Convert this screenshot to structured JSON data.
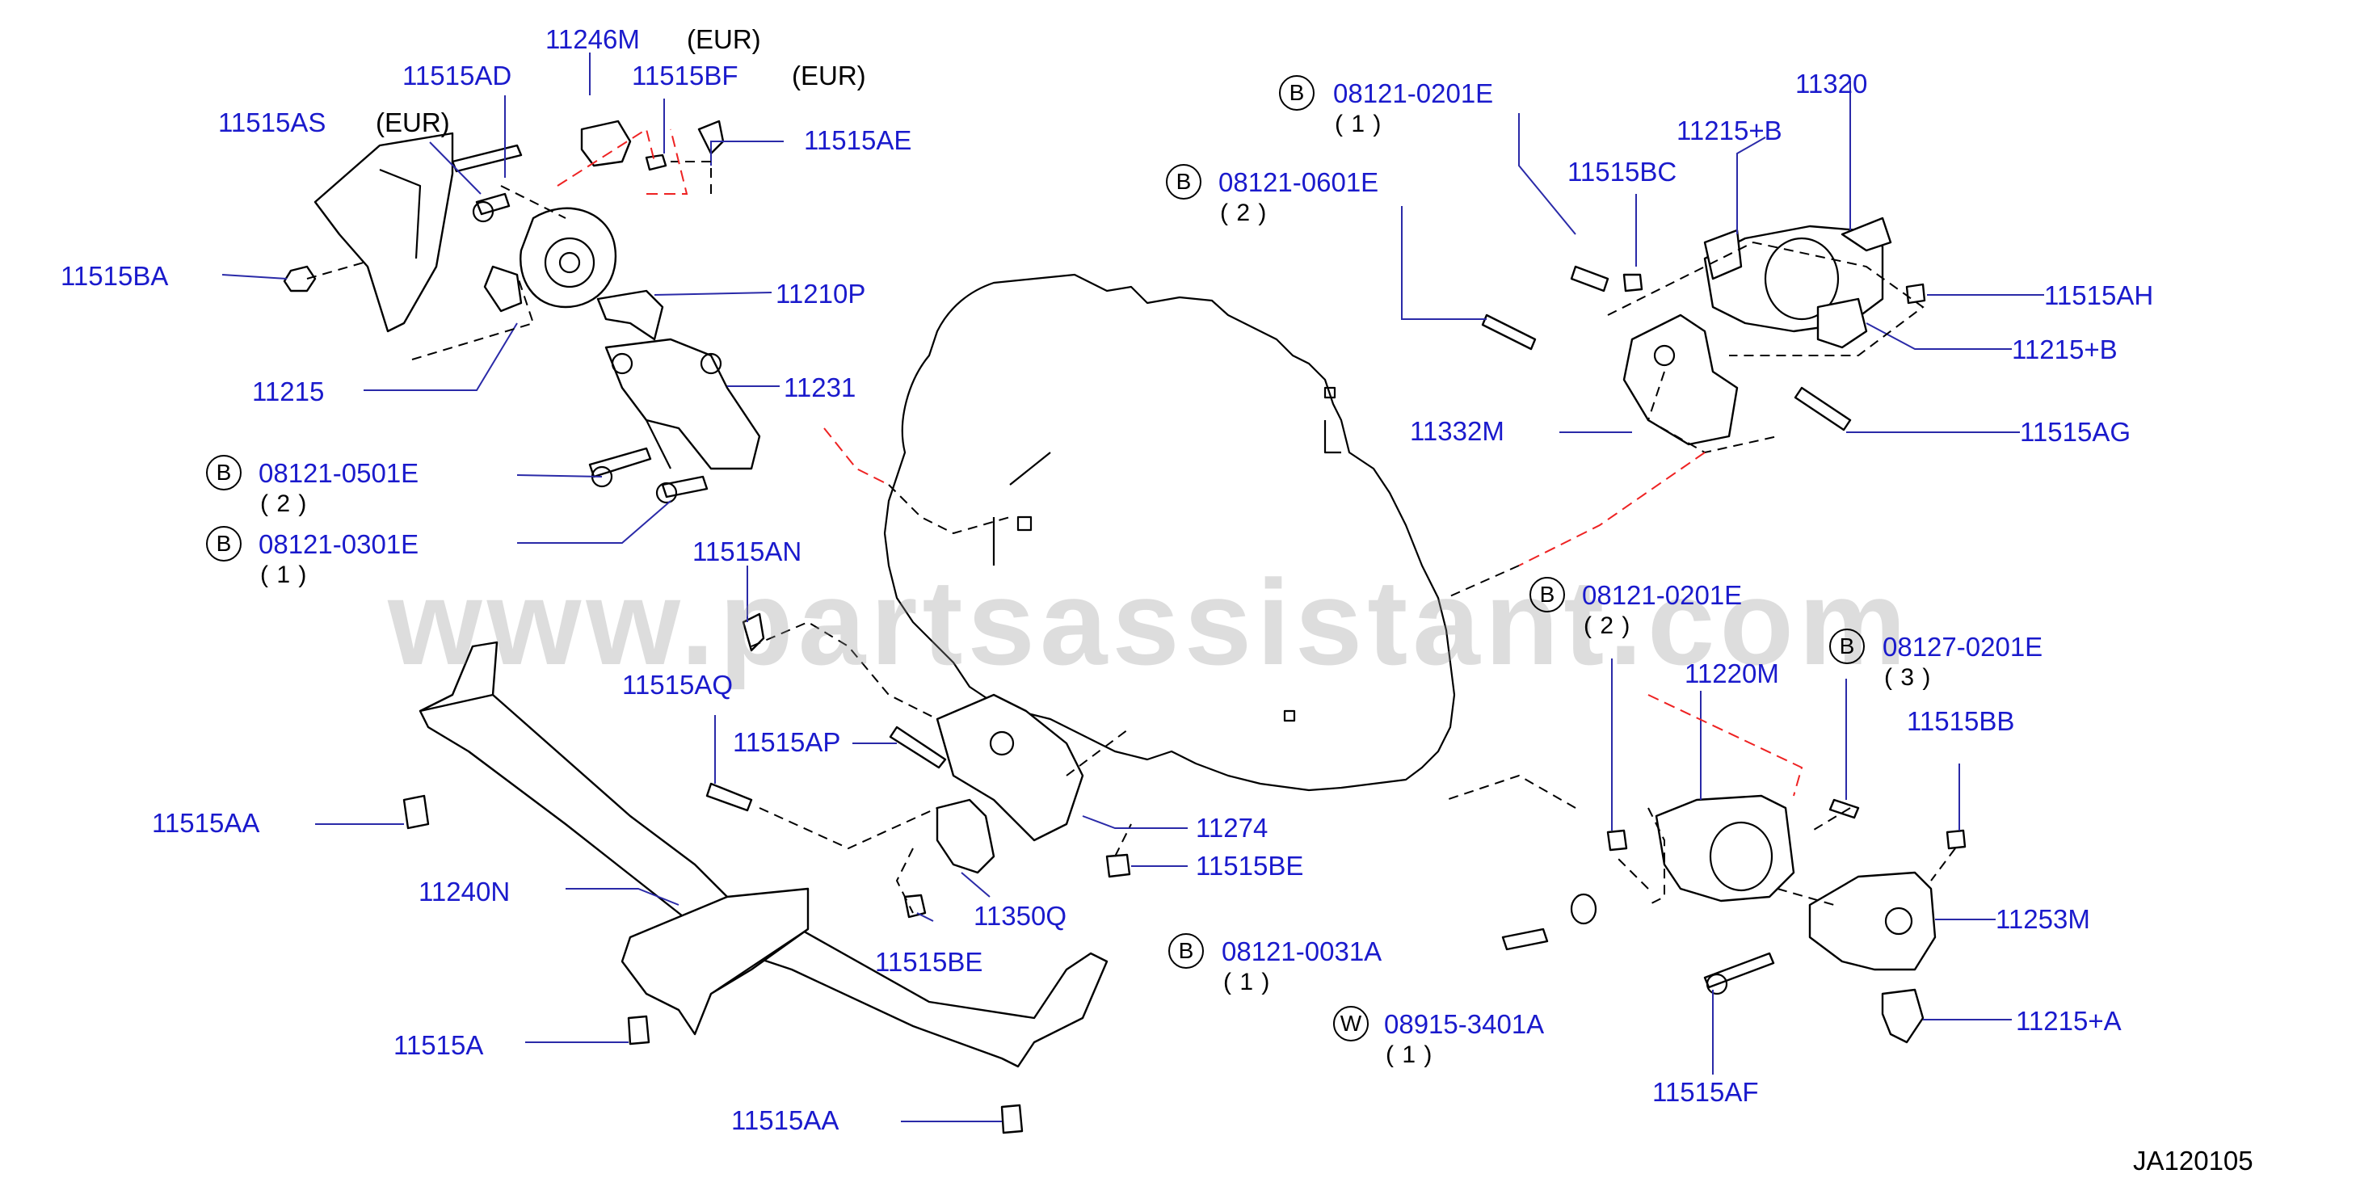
{
  "watermark": "www.partsassistant.com",
  "diagram_code": "JA120105",
  "labels": {
    "p11246M": "11246M",
    "eur1": "(EUR)",
    "p11515AD": "11515AD",
    "p11515BF": "11515BF",
    "eur2": "(EUR)",
    "p11515AS": "11515AS",
    "eur3": "(EUR)",
    "p11515AE": "11515AE",
    "p11515BA": "11515BA",
    "p11210P": "11210P",
    "p11215": "11215",
    "p11231": "11231",
    "b1_badge": "B",
    "b1_code": "08121-0501E",
    "b1_qty": "( 2 )",
    "b2_badge": "B",
    "b2_code": "08121-0301E",
    "b2_qty": "( 1 )",
    "p11515AN": "11515AN",
    "p11515AQ": "11515AQ",
    "p11515AP": "11515AP",
    "p11274": "11274",
    "p11515BE_r": "11515BE",
    "p11350Q": "11350Q",
    "p11515BE_b": "11515BE",
    "p11515AA_l": "11515AA",
    "p11240N": "11240N",
    "p11515A": "11515A",
    "p11515AA_b": "11515AA",
    "b3_badge": "B",
    "b3_code": "08121-0201E",
    "b3_qty": "( 1 )",
    "b4_badge": "B",
    "b4_code": "08121-0601E",
    "b4_qty": "( 2 )",
    "p11320": "11320",
    "p11215B_t": "11215+B",
    "p11515BC": "11515BC",
    "p11515AH": "11515AH",
    "p11215B_r": "11215+B",
    "p11332M": "11332M",
    "p11515AG": "11515AG",
    "b5_badge": "B",
    "b5_code": "08121-0201E",
    "b5_qty": "( 2 )",
    "b6_badge": "B",
    "b6_code": "08127-0201E",
    "b6_qty": "( 3 )",
    "p11220M": "11220M",
    "p11515BB": "11515BB",
    "p11253M": "11253M",
    "b7_badge": "B",
    "b7_code": "08121-0031A",
    "b7_qty": "( 1 )",
    "w1_badge": "W",
    "w1_code": "08915-3401A",
    "w1_qty": "( 1 )",
    "p11215A": "11215+A",
    "p11515AF": "11515AF"
  }
}
